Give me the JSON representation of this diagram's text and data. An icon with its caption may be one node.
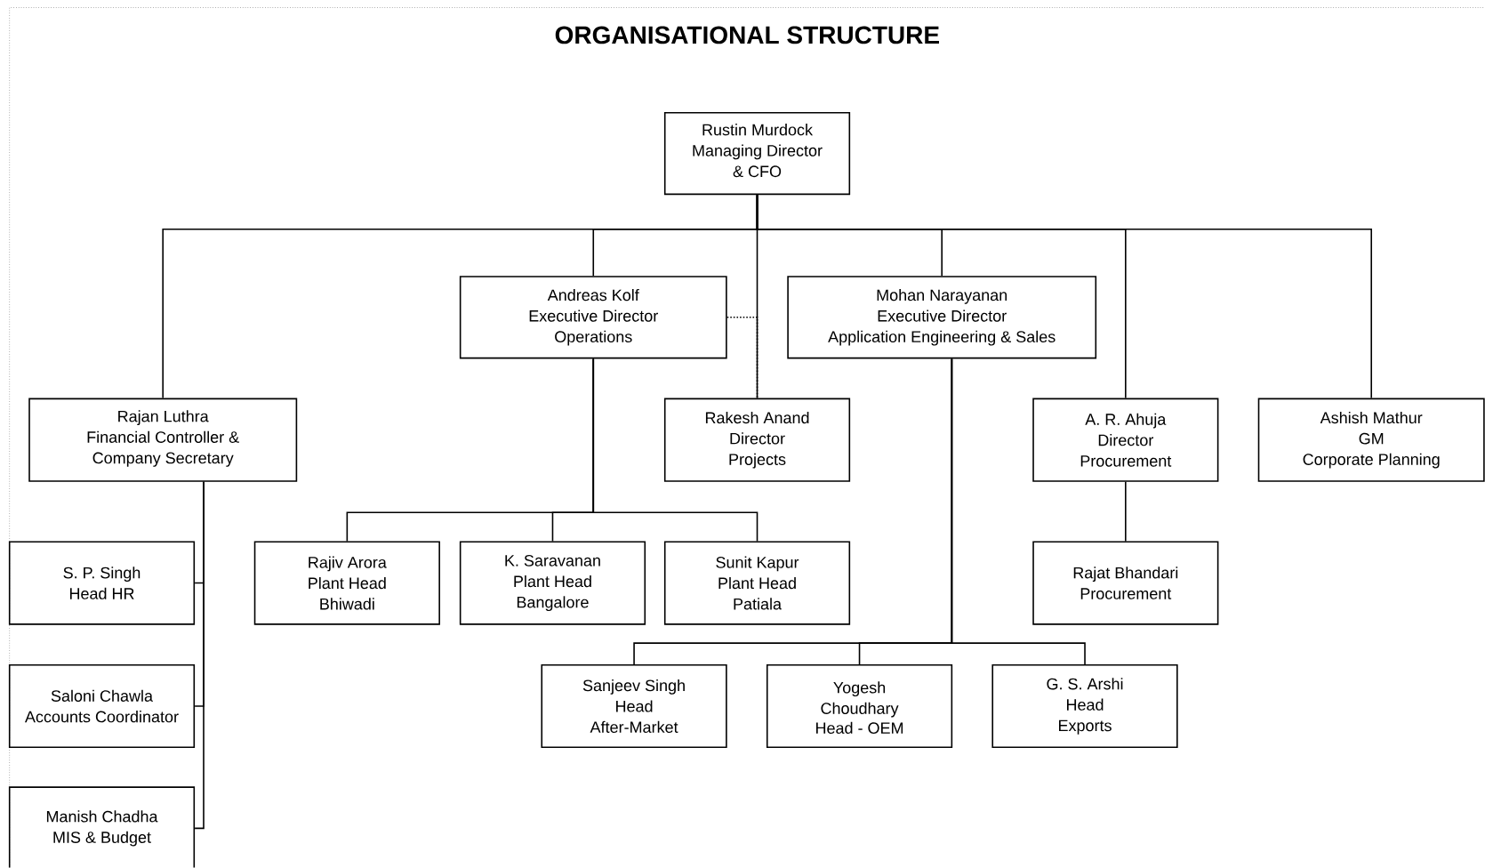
{
  "diagram": {
    "title": "ORGANISATIONAL STRUCTURE",
    "nodes": [
      {
        "text": [
          "Rustin Murdock",
          "Managing Director & CFO"
        ]
      },
      {
        "text": [
          "Andreas Kolf",
          "Executive Director",
          "Operations"
        ]
      },
      {
        "text": [
          "Mohan Narayanan",
          "Executive Director",
          "Application Engineering & Sales"
        ]
      },
      {
        "text": [
          "Rajan Luthra",
          "Financial Controller & Company Secretary"
        ]
      },
      {
        "text": [
          "Rakesh Anand",
          "Director",
          "Projects"
        ]
      },
      {
        "text": [
          "A. R. Ahuja",
          "Director",
          "Procurement"
        ]
      },
      {
        "text": [
          "Ashish Mathur",
          "GM",
          "Corporate Planning"
        ]
      },
      {
        "text": [
          "S. P. Singh",
          "Head HR"
        ]
      },
      {
        "text": [
          "Rajiv Arora",
          "Plant Head",
          "Bhiwadi"
        ]
      },
      {
        "text": [
          "K. Saravanan",
          "Plant Head",
          "Bangalore"
        ]
      },
      {
        "text": [
          "Sunit Kapur",
          "Plant Head",
          "Patiala"
        ]
      },
      {
        "text": [
          "Rajat Bhandari",
          "Procurement"
        ]
      },
      {
        "text": [
          "Saloni Chawla",
          "Accounts Coordinator"
        ]
      },
      {
        "text": [
          "Sanjeev Singh",
          "Head",
          "After-Market"
        ]
      },
      {
        "text": [
          "Yogesh Choudhary",
          "Head - OEM"
        ]
      },
      {
        "text": [
          "G. S. Arshi",
          "Head",
          "Exports"
        ]
      },
      {
        "text": [
          "Manish Chadha",
          "MIS & Budget"
        ]
      }
    ],
    "edges": [
      {
        "from": 0,
        "to": 3,
        "arrow": "none"
      },
      {
        "from": 0,
        "to": 1,
        "arrow": "none"
      },
      {
        "from": 0,
        "to": 4,
        "arrow": "none"
      },
      {
        "from": 0,
        "to": 2,
        "arrow": "none"
      },
      {
        "from": 0,
        "to": 5,
        "arrow": "none"
      },
      {
        "from": 0,
        "to": 6,
        "arrow": "none"
      },
      {
        "from": 1,
        "to": 4,
        "arrow": "none",
        "style": "dashed"
      },
      {
        "from": 3,
        "to": 7,
        "arrow": "none"
      },
      {
        "from": 3,
        "to": 12,
        "arrow": "none"
      },
      {
        "from": 3,
        "to": 16,
        "arrow": "none"
      },
      {
        "from": 1,
        "to": 8,
        "arrow": "none"
      },
      {
        "from": 1,
        "to": 9,
        "arrow": "none"
      },
      {
        "from": 1,
        "to": 10,
        "arrow": "none"
      },
      {
        "from": 5,
        "to": 11,
        "arrow": "none"
      },
      {
        "from": 2,
        "to": 13,
        "arrow": "none"
      },
      {
        "from": 2,
        "to": 14,
        "arrow": "none"
      },
      {
        "from": 2,
        "to": 15,
        "arrow": "none"
      }
    ]
  }
}
